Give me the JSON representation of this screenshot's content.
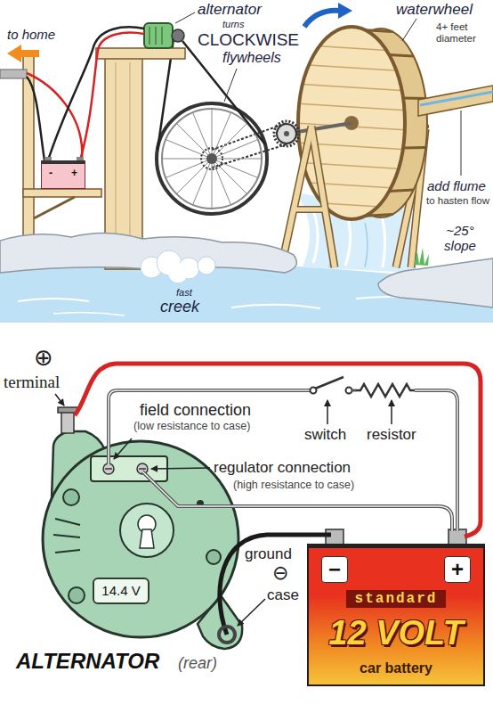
{
  "diagram": {
    "nodes": [
      {
        "text": [
          "-",
          "+"
        ]
      },
      {
        "text": [
          "14.4 V"
        ]
      },
      {
        "text": [
          "−",
          "+",
          "standard",
          "12 VOLT",
          "car battery"
        ]
      }
    ],
    "labels": [
      "alternator",
      "turns",
      "waterwheel",
      "to home",
      "CLOCKWISE",
      "4+ feet diameter",
      "flywheels",
      "add flume",
      "to hasten flow",
      "~25° slope",
      "fast",
      "creek",
      "⊕",
      "terminal",
      "field connection",
      "(low resistance to case)",
      "switch",
      "resistor",
      "regulator connection",
      "(high resistance to case)",
      "ground",
      "⊖",
      "case",
      "ALTERNATOR",
      "(rear)"
    ]
  }
}
